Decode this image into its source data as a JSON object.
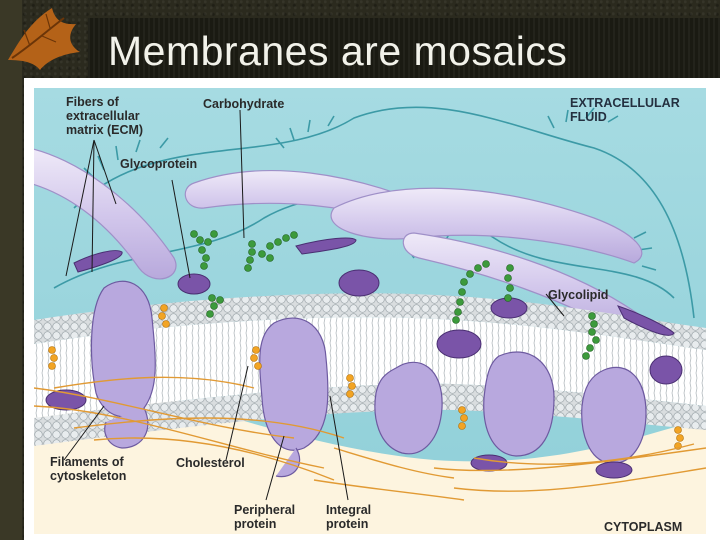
{
  "slide": {
    "title": "Membranes are mosaics"
  },
  "figure": {
    "labels": {
      "ecm_line1": "Fibers of",
      "ecm_line2": "extracellular",
      "ecm_line3": "matrix (ECM)",
      "carbohydrate": "Carbohydrate",
      "glycoprotein": "Glycoprotein",
      "extracellular_line1": "EXTRACELLULAR",
      "extracellular_line2": "FLUID",
      "glycolipid": "Glycolipid",
      "filaments_line1": "Filaments of",
      "filaments_line2": "cytoskeleton",
      "cholesterol": "Cholesterol",
      "peripheral_line1": "Peripheral",
      "peripheral_line2": "protein",
      "integral_line1": "Integral",
      "integral_line2": "protein",
      "cytoplasm": "CYTOPLASM"
    }
  },
  "colors": {
    "extracellular": "#9fd6de",
    "protein": "#b7a6dd",
    "protein_dark": "#6a4a9a",
    "carbohydrate": "#3f9a3f",
    "cholesterol": "#f0a020",
    "filament": "#e6a240"
  }
}
